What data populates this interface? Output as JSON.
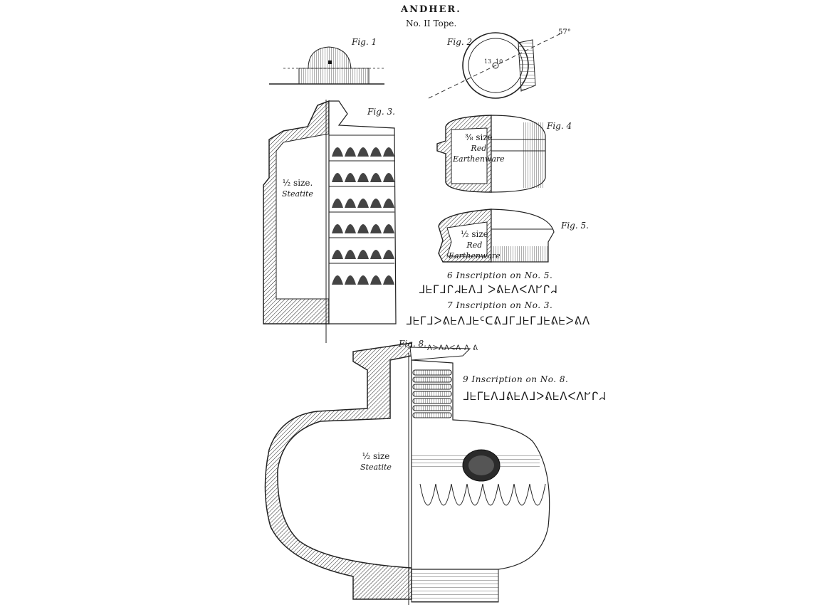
{
  "plate": {
    "title": "ANDHER.",
    "subtitle": "No. II Tope."
  },
  "figures": {
    "fig1": "Fig. 1",
    "fig2": "Fig. 2",
    "fig3": "Fig. 3.",
    "fig4": "Fig. 4",
    "fig5": "Fig. 5.",
    "fig8": "Fig. 8."
  },
  "fig2_annotations": {
    "angle": "57°",
    "mark_a": "13",
    "mark_b": "10"
  },
  "vessel_notes": {
    "fig3": {
      "size": "½ size.",
      "material": "Steatite"
    },
    "fig4": {
      "size": "⅜ size",
      "material_1": "Red",
      "material_2": "Earthenware"
    },
    "fig5": {
      "size": "½ size",
      "material_1": "Red",
      "material_2": "Earthenware"
    },
    "fig8": {
      "size": "½ size",
      "material": "Steatite"
    }
  },
  "inscriptions": [
    {
      "caption": "6  Inscription  on  No. 5.",
      "script": "ᒧᖶᒥᒧᒋᖹᖶᐱᒧ ᐳᕕᖶᐱᐸᐱᖸᒋᖹ"
    },
    {
      "caption": "7  Inscription  on  No. 3.",
      "script": "ᒧᖶᒥᒧᐳᕕᖶᐱᒧᖶᑦᑕᕕᒧᒥᒧᖶᒥᒧᖶᕕᖶᐳᕕᐱ"
    },
    {
      "caption": "9  Inscription  on  No. 8.",
      "script": "ᒧᖶᒥᖶᐱᒧᕕᖶᐱᒧᐳᕕᖶᐱᐸᐱᖸᒋᖹ"
    }
  ],
  "fig8_rim_text": "ᐱᐳᐱᐱᐸᐱ ᐱ ᕕ"
}
